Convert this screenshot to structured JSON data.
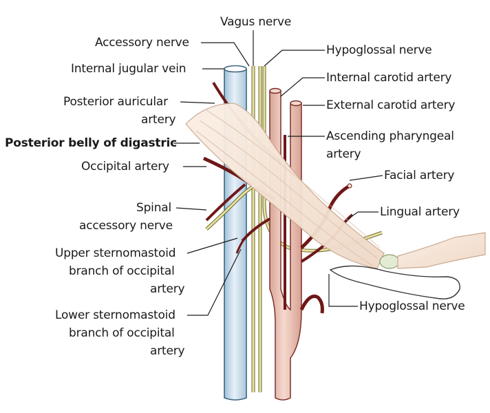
{
  "labels": {
    "vagus": "Vagus nerve",
    "accessory": "Accessory nerve",
    "ijv": "Internal jugular vein",
    "post_aur_1": "Posterior auricular",
    "post_aur_2": "artery",
    "digastric": "Posterior belly of digastric",
    "occipital": "Occipital artery",
    "spinal_1": "Spinal",
    "spinal_2": "accessory nerve",
    "upper_1": "Upper sternomastoid",
    "upper_2": "branch of occipital",
    "upper_3": "artery",
    "lower_1": "Lower sternomastoid",
    "lower_2": "branch of occipital",
    "lower_3": "artery",
    "hypoglossal_top": "Hypoglossal nerve",
    "ica": "Internal carotid artery",
    "eca": "External carotid artery",
    "asc_phar_1": "Ascending pharyngeal",
    "asc_phar_2": "artery",
    "facial": "Facial artery",
    "lingual": "Lingual artery",
    "hypoglossal_bottom": "Hypoglossal nerve"
  },
  "colors": {
    "vein": "#c9dcea",
    "vein_dark": "#3f6680",
    "artery": "#ecc1b4",
    "artery_dark": "#7a2f28",
    "branch": "#6e1818",
    "nerve": "#e6e2a4",
    "nerve_dark": "#6f6a2c",
    "muscle": "#f6e5d6",
    "leader": "#1a1a1a"
  }
}
